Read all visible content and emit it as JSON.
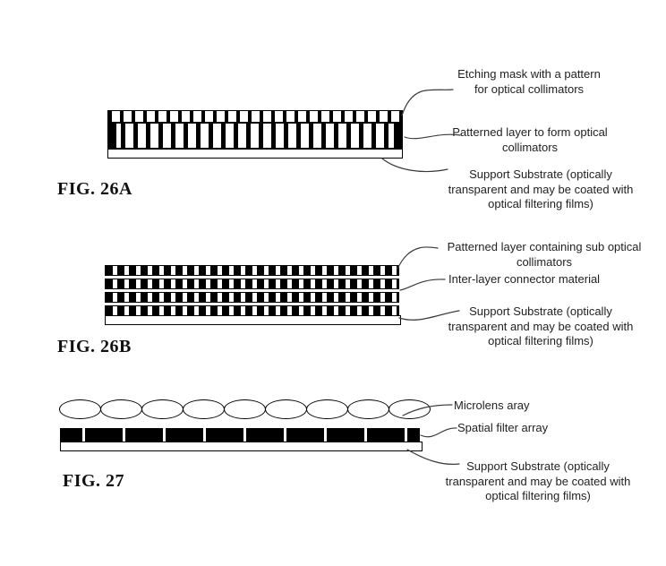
{
  "figures": {
    "fig26a": {
      "caption": "FIG. 26A",
      "labels": {
        "etching_mask": "Etching mask with a pattern\nfor optical collimators",
        "patterned_layer": "Patterned layer to form optical\ncollimators",
        "substrate": "Support Substrate (optically\ntransparent and may be coated with\noptical filtering films)"
      }
    },
    "fig26b": {
      "caption": "FIG. 26B",
      "pattern_rows": 4,
      "labels": {
        "patterned_layer": "Patterned layer containing sub optical\ncollimators",
        "interlayer": "Inter-layer connector material",
        "substrate": "Support Substrate (optically\ntransparent and may be coated with\noptical filtering films)"
      }
    },
    "fig27": {
      "caption": "FIG. 27",
      "lens_count": 9,
      "filter_slit_count": 9,
      "labels": {
        "microlens": "Microlens aray",
        "spatial_filter": "Spatial filter array",
        "substrate": "Support Substrate (optically\ntransparent and may be coated with\noptical filtering films)"
      }
    }
  },
  "colors": {
    "ink": "#000000",
    "background": "#ffffff",
    "leader_line": "#3a3a3a",
    "text": "#222222"
  }
}
